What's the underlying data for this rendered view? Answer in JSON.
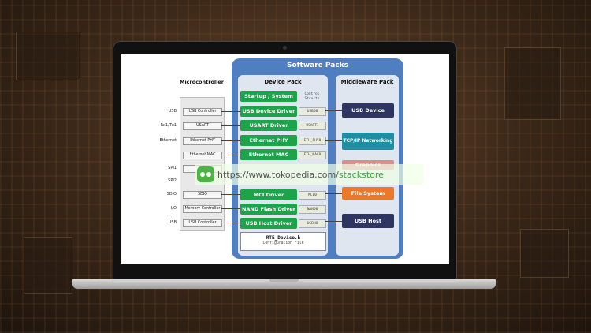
{
  "diagram": {
    "software_packs_title": "Software Packs",
    "device_pack_title": "Device Pack",
    "middleware_pack_title": "Middleware Pack",
    "microcontroller_title": "Microcontroller",
    "control_structs_note": "Control Structs",
    "device_drivers": [
      {
        "label": "Startup / System",
        "tag": ""
      },
      {
        "label": "USB Device Driver",
        "tag": "USBD0"
      },
      {
        "label": "USART Driver",
        "tag": "USART1"
      },
      {
        "label": "Ethernet PHY",
        "tag": "ETH_PHY0"
      },
      {
        "label": "Ethernet MAC",
        "tag": "ETH_MAC0"
      },
      {
        "label": "MCI Driver",
        "tag": "MCI0"
      },
      {
        "label": "NAND Flash Driver",
        "tag": "NAND0"
      },
      {
        "label": "USB Host Driver",
        "tag": "USBH0"
      }
    ],
    "middleware": [
      {
        "label": "USB Device"
      },
      {
        "label": "TCP/IP Networking"
      },
      {
        "label": "Graphics"
      },
      {
        "label": "File System"
      },
      {
        "label": "USB Host"
      }
    ],
    "mcu_pins": [
      "USB",
      "Rx1/Tx1",
      "Ethernet",
      "SPI1",
      "SPI2",
      "SDIO",
      "I/O",
      "USB"
    ],
    "mcu_cells": [
      "USB Controller",
      "USART",
      "Ethernet PHY",
      "Ethernet MAC",
      "SPI",
      "SDIO",
      "Memory Controller",
      "USB Controller"
    ],
    "config_file_name": "RTE_Device.h",
    "config_file_label": "Configuration File"
  },
  "watermark": {
    "url_prefix": "https://www.tokopedia.com/",
    "url_store": "stackstore"
  },
  "colors": {
    "software_packs": "#4f7fc1",
    "driver_green": "#1da34a",
    "middleware_dark": "#2d3560",
    "middleware_teal": "#1e8fa3",
    "middleware_orange": "#ea7a2a"
  }
}
